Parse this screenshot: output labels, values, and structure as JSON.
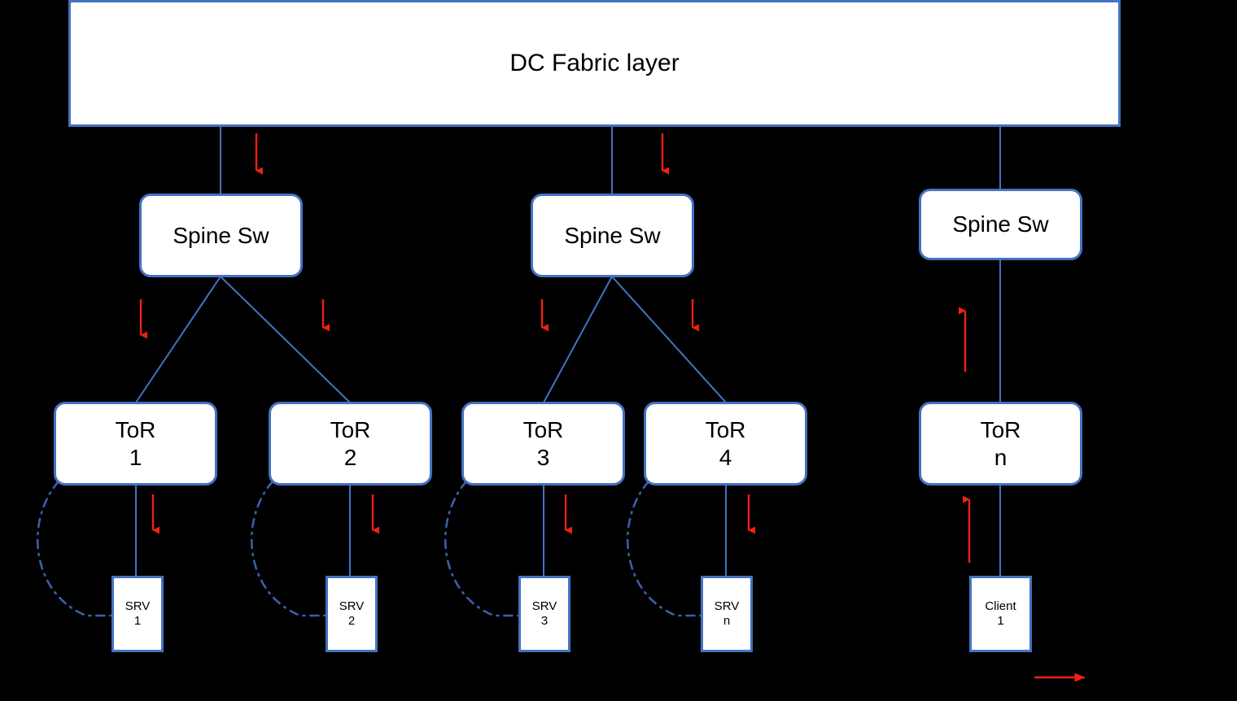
{
  "diagram": {
    "title": "Data center spine-leaf topology with traffic flow arrows",
    "background_color": "#000000",
    "node_fill": "#ffffff",
    "node_border_color": "#4472c4",
    "arrow_color": "#ff0000",
    "link_color": "#4472c4",
    "dashed_link_color": "#3b5fa8"
  },
  "fabric": {
    "label": "DC Fabric layer"
  },
  "spines": [
    {
      "label": "Spine Sw"
    },
    {
      "label": "Spine Sw"
    },
    {
      "label": "Spine Sw"
    }
  ],
  "tors": [
    {
      "line1": "ToR",
      "line2": "1"
    },
    {
      "line1": "ToR",
      "line2": "2"
    },
    {
      "line1": "ToR",
      "line2": "3"
    },
    {
      "line1": "ToR",
      "line2": "4"
    },
    {
      "line1": "ToR",
      "line2": "n"
    }
  ],
  "leaves": [
    {
      "line1": "SRV",
      "line2": "1"
    },
    {
      "line1": "SRV",
      "line2": "2"
    },
    {
      "line1": "SRV",
      "line2": "3"
    },
    {
      "line1": "SRV",
      "line2": "n"
    },
    {
      "line1": "Client",
      "line2": "1"
    }
  ],
  "arrows": {
    "down_fabric_to_spine": 2,
    "down_spine_to_tor": 4,
    "down_tor_to_srv": 4,
    "up_tor_to_spine": 1,
    "up_client_to_tor": 1,
    "right_legend": 1
  }
}
